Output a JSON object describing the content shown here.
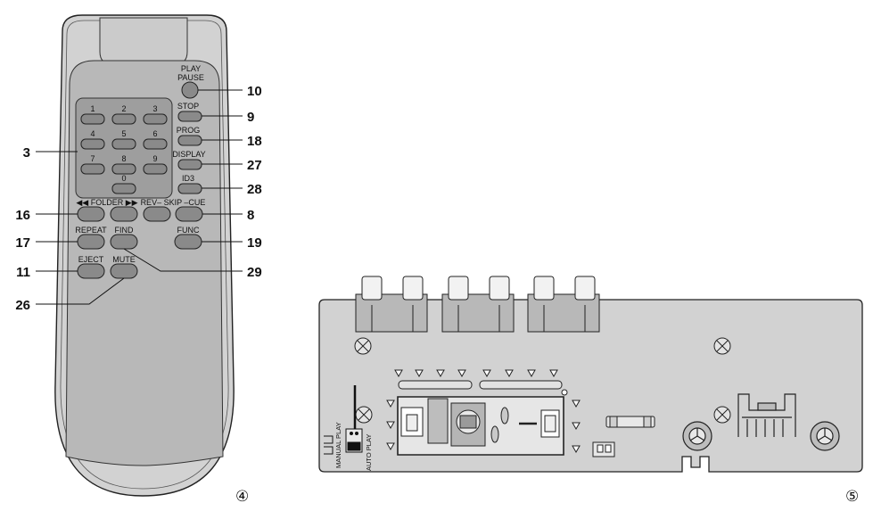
{
  "remote": {
    "keypad": {
      "digits": [
        "1",
        "2",
        "3",
        "4",
        "5",
        "6",
        "7",
        "8",
        "9"
      ],
      "zero": "0"
    },
    "labels": {
      "play_pause_1": "PLAY",
      "play_pause_2": "PAUSE",
      "stop": "STOP",
      "prog": "PROG",
      "display": "DISPLAY",
      "id3": "ID3",
      "folder": "◀◀ FOLDER ▶▶",
      "rev_skip_cue": "REV– SKIP –CUE",
      "repeat": "REPEAT",
      "find": "FIND",
      "func": "FUNC",
      "eject": "EJECT",
      "mute": "MUTE"
    },
    "callouts": {
      "play_pause": "10",
      "stop": "9",
      "prog": "18",
      "display": "27",
      "id3": "28",
      "skip": "8",
      "func": "19",
      "find": "29",
      "keypad": "3",
      "folder": "16",
      "repeat": "17",
      "eject": "11",
      "mute": "26"
    },
    "figure_number": "④"
  },
  "panel": {
    "jumper_labels": {
      "manual": "MANUAL PLAY",
      "auto": "AUTO PLAY"
    },
    "figure_number": "⑤"
  }
}
